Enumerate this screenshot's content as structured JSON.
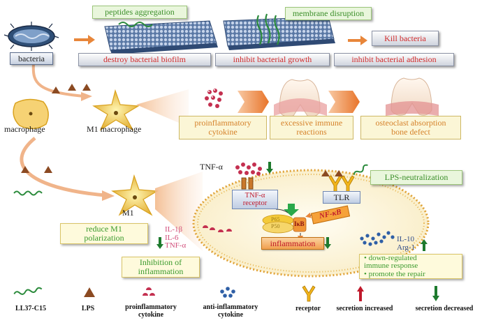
{
  "top_row": {
    "peptides_aggregation": "peptides aggregation",
    "membrane_disruption": "membrane disruption",
    "kill_bacteria": "Kill bacteria",
    "bacteria": "bacteria",
    "destroy_biofilm": "destroy bacterial biofilm",
    "inhibit_growth": "inhibit bacterial growth",
    "inhibit_adhesion": "inhibit bacterial adhesion"
  },
  "middle_row": {
    "macrophage": "macrophage",
    "m1_macrophage": "M1 macrophage",
    "proinflammatory_cytokine": "proinflammatory\ncytokine",
    "excessive_immune": "excessive immune\nreactions",
    "osteoclast": "osteoclast absorption\nbone defect"
  },
  "lower": {
    "tnf_alpha_top": "TNF-α",
    "lps_neutralization": "LPS-neutralization",
    "m1": "M1",
    "tnf_receptor": "TNF-α\nreceptor",
    "tlr": "TLR",
    "nfkb": "NF-κB",
    "p65": "P65",
    "p50": "P50",
    "ikb": "IκB",
    "inflammation": "inflammation",
    "reduce_m1": "reduce M1\npolarization",
    "cytokines_left": "IL-1β\nIL-6\nTNF-α",
    "inhibition": "Inhibition of\ninflammation",
    "il10_arg1": "IL-10\nArg-1",
    "down_regulated": "•  down-regulated\n    immune response\n•  promote the repair"
  },
  "legend": {
    "ll37": "LL37-C15",
    "lps": "LPS",
    "proinflammatory": "proinflammatory\ncytokine",
    "anti_inflammatory": "anti-inflammatory\ncytokine",
    "receptor": "receptor",
    "secretion_increased": "secretion increased",
    "secretion_decreased": "secretion decreased"
  },
  "colors": {
    "green_text": "#3b8f2a",
    "red_text": "#d22b2b",
    "orange_arrow": "#e8863a",
    "cell_fill": "#fdf5dc",
    "cell_border": "#e0a235",
    "lps_brown": "#8b4a22",
    "arrow_red": "#c0192b",
    "arrow_green": "#1e7a2e",
    "receptor_yellow": "#f2b51b"
  }
}
